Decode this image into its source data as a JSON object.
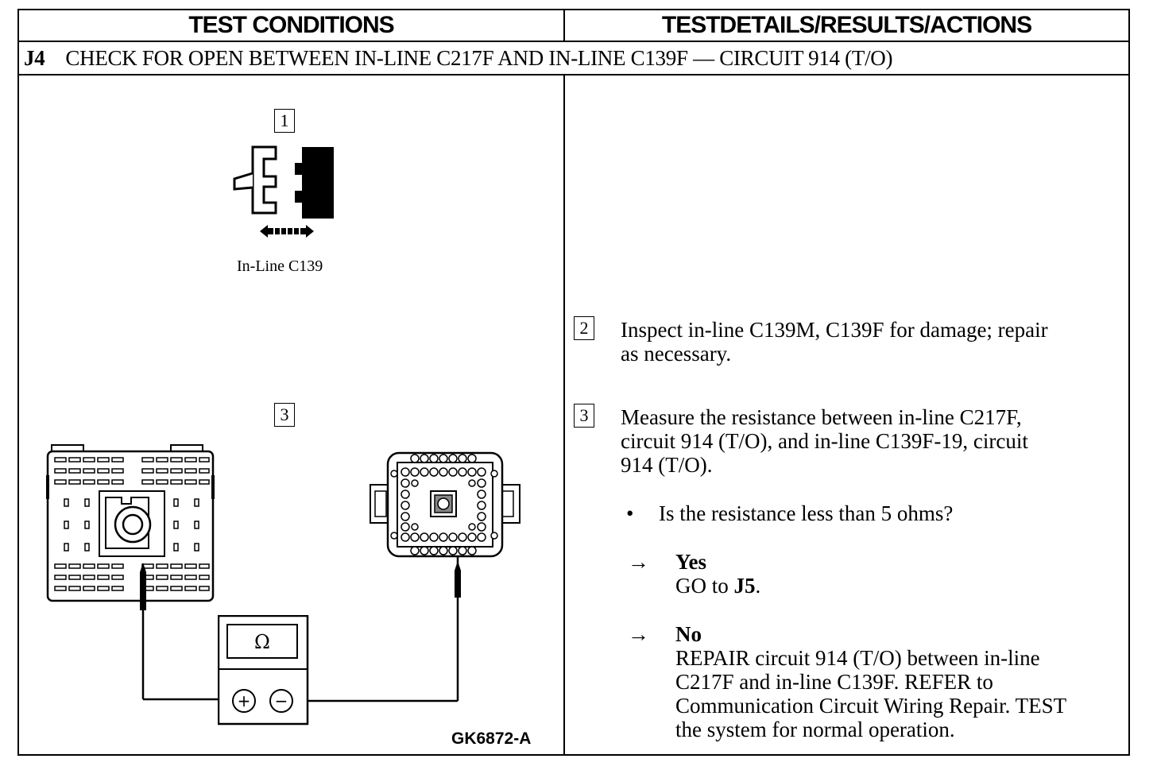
{
  "table": {
    "header_left": "TEST CONDITIONS",
    "header_right": "TESTDETAILS/RESULTS/ACTIONS",
    "step_id": "J4",
    "step_title": "CHECK FOR OPEN BETWEEN IN-LINE C217F AND IN-LINE C139F — CIRCUIT 914 (T/O)"
  },
  "left": {
    "box1": "1",
    "caption1": "In-Line C139",
    "box3": "3",
    "meter_symbol": "Ω",
    "plus": "+",
    "minus": "−",
    "figure_id": "GK6872-A"
  },
  "right": {
    "step2_num": "2",
    "step2_lines": [
      "Inspect in-line C139M, C139F for damage; repair",
      "as necessary."
    ],
    "step3_num": "3",
    "step3_lines": [
      "Measure the resistance between in-line C217F,",
      "circuit 914 (T/O), and in-line C139F-19, circuit",
      "914 (T/O)."
    ],
    "bullet": "•",
    "question": "Is the resistance less than 5 ohms?",
    "arrow": "→",
    "yes_label": "Yes",
    "yes_prefix": "GO to ",
    "yes_target": "J5",
    "yes_suffix": ".",
    "no_label": "No",
    "no_lines": [
      "REPAIR circuit 914 (T/O) between in-line",
      "C217F and in-line C139F. REFER to",
      "Communication Circuit Wiring Repair. TEST",
      "the system for normal operation."
    ]
  }
}
